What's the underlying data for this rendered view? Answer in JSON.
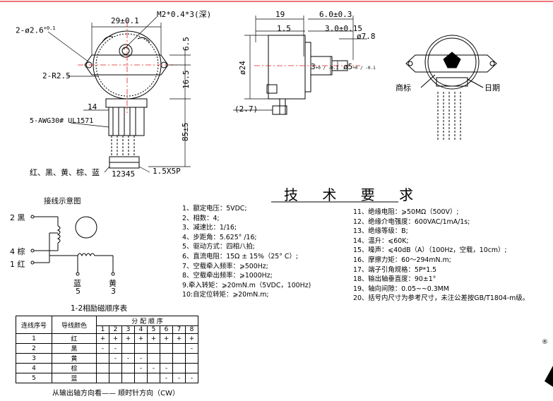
{
  "dims": {
    "width_29": "29±0.1",
    "screw": "M2*0.4*3(深)",
    "holes": "2-ø2.6",
    "holes_tol": "+0.1",
    "radius": "2-R2.5",
    "d_6_5": "6.5",
    "d_16_5": "16.5",
    "d_14": "14",
    "wire": "5-AWG30# UL1571",
    "d_85": "85±5",
    "colors": "红、黑、黄、棕、蓝",
    "pins": "12345",
    "connector": "1.5X5P",
    "d_19": "19",
    "d_6": "6.0±0.3",
    "d_1_5": "1.5",
    "d_3": "3.0±0.15",
    "d_7_8": "ø7.8",
    "d_24": "ø24",
    "shaft_3": "3",
    "shaft_3_tol": "+0 / -0.1",
    "shaft_5": "ø5",
    "shaft_5_tol": "+0 / -0.1",
    "d_2_7": "(2.7)"
  },
  "labels": {
    "trademark": "商标",
    "date": "日期",
    "wiring_title": "接线示意图",
    "phase_title": "1-2相励磁顺序表",
    "direction": "从输出轴方向看——   顺时针方向（CW）",
    "spec_title": "技 术 要 求",
    "registered": "®"
  },
  "wiring": {
    "w2": "2 黑",
    "w4": "4 棕",
    "w1": "1 红",
    "w5a": "蓝",
    "w5b": "5",
    "w3a": "黄",
    "w3b": "3"
  },
  "specs_left": [
    "1、额定电压：5VDC;",
    "2、相数：4;",
    "3、减速比：1/16;",
    "4、步距角：5.625° /16;",
    "5、驱动方式：四相八拍;",
    "6、直流电阻：15Ω ± 15%（25° C）;",
    "7、空载牵入频率：⩾500Hz;",
    "8、空载牵出频率：⩾1000Hz;",
    "9.牵入转矩：⩾20mN.m（5VDC，100Hz)",
    "10:自定位转矩：⩾20mN.m;"
  ],
  "specs_right": [
    "11、绝缘电阻：⩾50MΩ（500V）;",
    "12、绝缘介电强度：600VAC/1mA/1s;",
    "13、绝缘等级：B;",
    "14、温升：⩽60K;",
    "15、噪声：⩽40dB（A）（100Hz，空载，10cm）;",
    "16、摩擦力矩：60～294mN.m;",
    "17、端子引角规格：5P*1.5",
    "18、输出轴垂直度：90±1°",
    "19、轴向间隙：0.05~~0.3MM",
    "20、括号内尺寸为参考尺寸，未注公差按GB/T1804-m级。"
  ],
  "table": {
    "col_no": "连线序号",
    "col_color": "导线颜色",
    "col_seq": "分 配 顺 序",
    "steps": [
      "1",
      "2",
      "3",
      "4",
      "5",
      "6",
      "7",
      "8"
    ],
    "rows": [
      {
        "no": "1",
        "color": "红",
        "cells": [
          "+",
          "+",
          "+",
          "+",
          "+",
          "+",
          "+",
          "+"
        ]
      },
      {
        "no": "2",
        "color": "黑",
        "cells": [
          "-",
          "-",
          "",
          "",
          "",
          "",
          "",
          "-"
        ]
      },
      {
        "no": "3",
        "color": "黄",
        "cells": [
          "",
          "-",
          "-",
          "-",
          "",
          "",
          "",
          ""
        ]
      },
      {
        "no": "4",
        "color": "棕",
        "cells": [
          "",
          "",
          "",
          "-",
          "-",
          "-",
          "",
          ""
        ]
      },
      {
        "no": "5",
        "color": "蓝",
        "cells": [
          "",
          "",
          "",
          "",
          "",
          "-",
          "-",
          "-"
        ]
      }
    ]
  },
  "colors": {
    "axis_red": "#e02020",
    "line": "#000000"
  }
}
